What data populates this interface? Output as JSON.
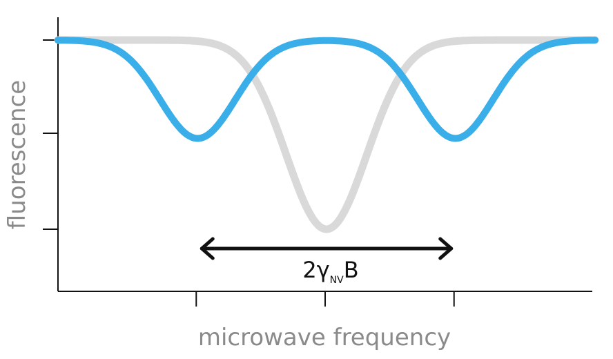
{
  "chart_data": {
    "type": "line",
    "xlabel": "microwave frequency",
    "ylabel": "fluorescence",
    "x_ticks": 3,
    "y_ticks": 3,
    "grid": false,
    "series": [
      {
        "color": "#d9d9d9",
        "dips": [
          {
            "center": 0.5,
            "depth": 1.0,
            "width": 0.075
          }
        ]
      },
      {
        "color": "#3aaee8",
        "dips": [
          {
            "center": 0.26,
            "depth": 0.52,
            "width": 0.07
          },
          {
            "center": 0.74,
            "depth": 0.52,
            "width": 0.07
          }
        ]
      }
    ],
    "annotation": {
      "type": "double-arrow",
      "from": 0.26,
      "to": 0.74,
      "label_main": "2γ",
      "label_sub": "NV",
      "label_end": "B"
    }
  }
}
